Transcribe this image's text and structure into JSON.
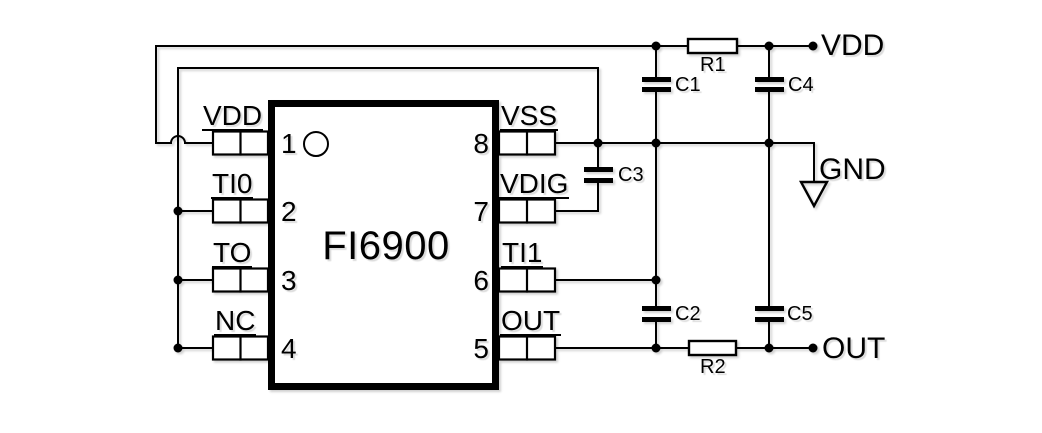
{
  "chip": {
    "name": "FI6900"
  },
  "pins_left": [
    {
      "num": "1",
      "label": "VDD"
    },
    {
      "num": "2",
      "label": "TI0"
    },
    {
      "num": "3",
      "label": "TO"
    },
    {
      "num": "4",
      "label": "NC"
    }
  ],
  "pins_right": [
    {
      "num": "8",
      "label": "VSS"
    },
    {
      "num": "7",
      "label": "VDIG"
    },
    {
      "num": "6",
      "label": "TI1"
    },
    {
      "num": "5",
      "label": "OUT"
    }
  ],
  "components": {
    "r1": "R1",
    "r2": "R2",
    "c1": "C1",
    "c2": "C2",
    "c3": "C3",
    "c4": "C4",
    "c5": "C5"
  },
  "terminals": {
    "vdd": "VDD",
    "gnd": "GND",
    "out": "OUT"
  },
  "colors": {
    "line": "#000000",
    "background": "#ffffff"
  }
}
